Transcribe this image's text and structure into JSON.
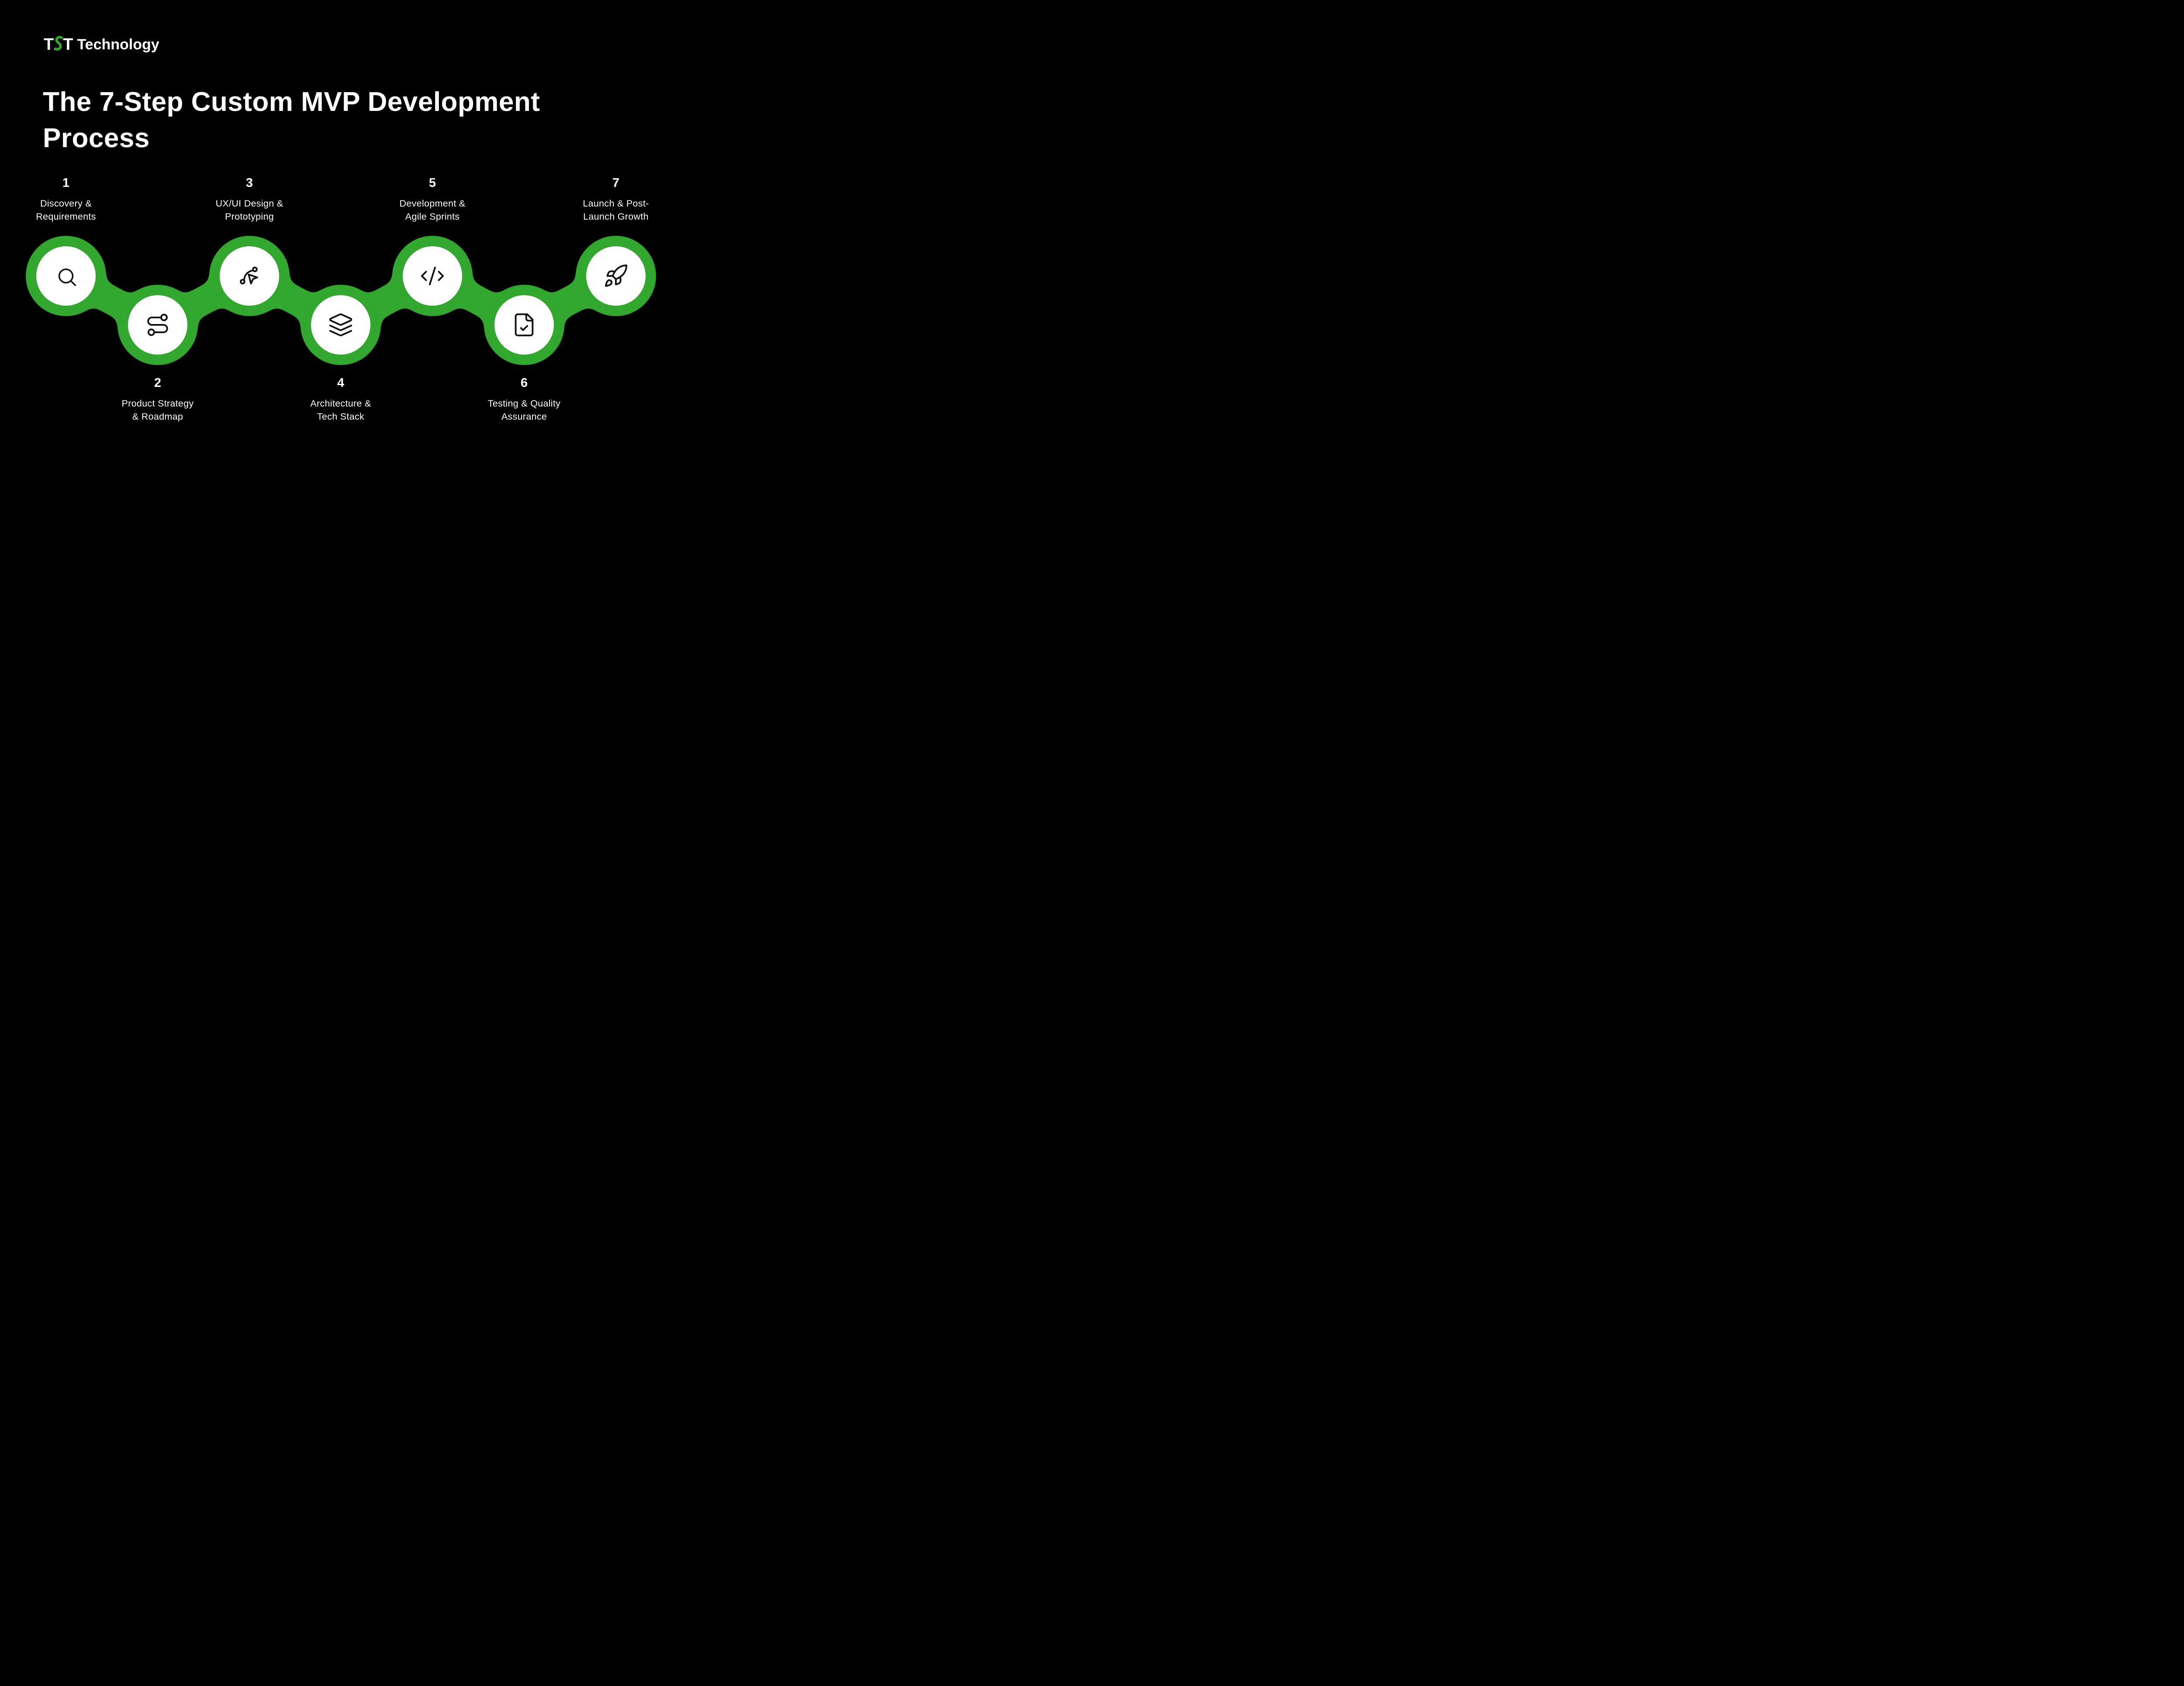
{
  "colors": {
    "accent": "#31a72d",
    "bg": "#000000",
    "circle_fill": "#ffffff",
    "icon_stroke": "#111111",
    "text": "#ffffff"
  },
  "logo": {
    "t1": "T",
    "t2": "T",
    "wordmark": "Technology",
    "s_glyph": "green-s-swoosh"
  },
  "title": {
    "line1": "The 7-Step Custom MVP Development",
    "line2": "Process"
  },
  "steps": [
    {
      "number": "1",
      "label_line1": "Discovery &",
      "label_line2": "Requirements",
      "icon": "search-icon",
      "row": "top"
    },
    {
      "number": "2",
      "label_line1": "Product Strategy",
      "label_line2": "& Roadmap",
      "icon": "route-icon",
      "row": "bottom"
    },
    {
      "number": "3",
      "label_line1": "UX/UI Design &",
      "label_line2": "Prototyping",
      "icon": "bezier-cursor-icon",
      "row": "top"
    },
    {
      "number": "4",
      "label_line1": "Architecture &",
      "label_line2": "Tech Stack",
      "icon": "layers-icon",
      "row": "bottom"
    },
    {
      "number": "5",
      "label_line1": "Development &",
      "label_line2": "Agile Sprints",
      "icon": "code-icon",
      "row": "top"
    },
    {
      "number": "6",
      "label_line1": "Testing & Quality",
      "label_line2": "Assurance",
      "icon": "file-check-icon",
      "row": "bottom"
    },
    {
      "number": "7",
      "label_line1": "Launch & Post-",
      "label_line2": "Launch Growth",
      "icon": "rocket-icon",
      "row": "top"
    }
  ]
}
